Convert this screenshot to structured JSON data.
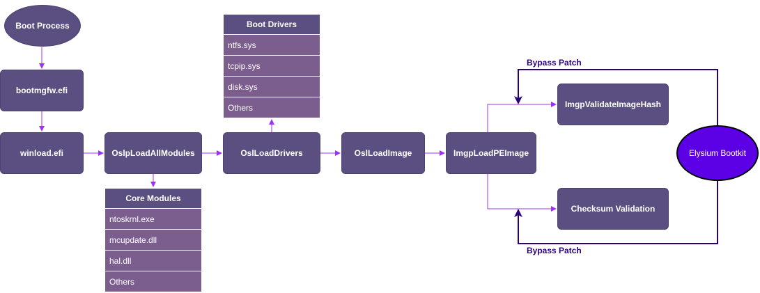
{
  "start": {
    "label": "Boot Process"
  },
  "nodes": {
    "bootmgfw": "bootmgfw.efi",
    "winload": "winload.efi",
    "osl_load_all_modules": "OslpLoadAllModules",
    "osl_load_drivers": "OslLoadDrivers",
    "osl_load_image": "OslLoadImage",
    "imgp_load_pe_image": "ImgpLoadPEImage",
    "imgp_validate_image_hash": "ImgpValidateImageHash",
    "checksum_validation": "Checksum Validation"
  },
  "boot_drivers": {
    "header": "Boot Drivers",
    "items": [
      "ntfs.sys",
      "tcpip.sys",
      "disk.sys",
      "Others"
    ]
  },
  "core_modules": {
    "header": "Core Modules",
    "items": [
      "ntoskrnl.exe",
      "mcupdate.dll",
      "hal.dll",
      "Others"
    ]
  },
  "elysium": {
    "label": "Elysium Bootkit"
  },
  "bypass": {
    "top": "Bypass Patch",
    "bottom": "Bypass Patch"
  },
  "colors": {
    "node": "#5a4f80",
    "row": "#7b5e8e",
    "arrow": "#9b30ff",
    "bypass": "#2b007a",
    "elysium": "#5c00e6"
  }
}
